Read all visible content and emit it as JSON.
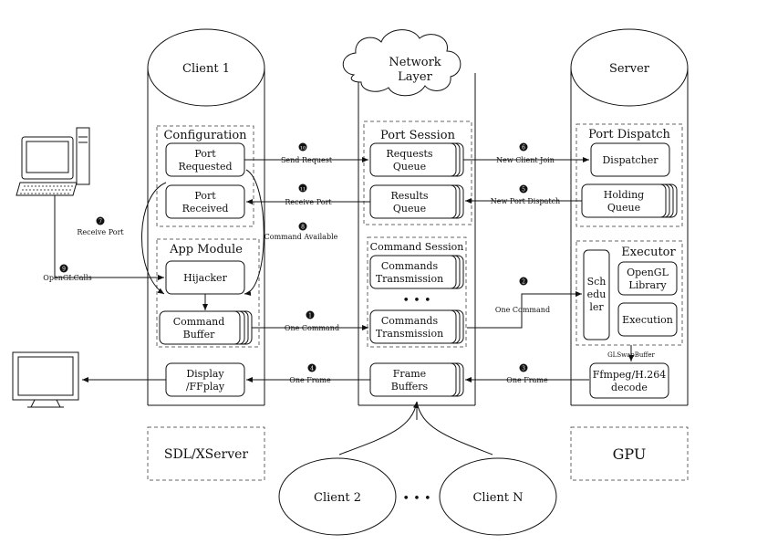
{
  "client1": {
    "title": "Client 1",
    "configuration": "Configuration",
    "port_requested": [
      "Port",
      "Requested"
    ],
    "port_received": [
      "Port",
      "Received"
    ],
    "app_module": "App Module",
    "hijacker": "Hijacker",
    "command_buffer": [
      "Command",
      "Buffer"
    ],
    "display": [
      "Display",
      "/FFplay"
    ]
  },
  "network": {
    "title": [
      "Network",
      "Layer"
    ],
    "port_session": "Port Session",
    "requests_queue": [
      "Requests",
      "Queue"
    ],
    "results_queue": [
      "Results",
      "Queue"
    ],
    "command_session": "Command Session",
    "cmd_transmission": [
      "Commands",
      "Transmission"
    ],
    "dots": "• • •",
    "frame_buffers": [
      "Frame",
      "Buffers"
    ]
  },
  "server": {
    "title": "Server",
    "port_dispatch": "Port Dispatch",
    "dispatcher": "Dispatcher",
    "holding_queue": [
      "Holding",
      "Queue"
    ],
    "executor": "Executor",
    "scheduler": [
      "Sch",
      "edu",
      "ler"
    ],
    "opengl_library": [
      "OpenGL",
      "Library"
    ],
    "execution": "Execution",
    "glswapbuffer": "GLSwapBuffer",
    "ffmpeg": [
      "Ffmpeg/H.264",
      "decode"
    ]
  },
  "labels": {
    "send_request": "Send Request",
    "receive_port_1": "Receive Port",
    "receive_port_2": "Receive Port",
    "command_available": "Command Available",
    "opengl_calls": "OpenGLCalls",
    "one_command_1": "One Command",
    "one_command_2": "One Command",
    "one_frame_1": "One Frame",
    "one_frame_2": "One Frame",
    "new_client_join": "New Client Join",
    "new_port_dispatch": "New Port Dispatch"
  },
  "markers": {
    "m1": "1",
    "m2": "2",
    "m3": "3",
    "m4": "4",
    "m5": "5",
    "m6": "6",
    "m7": "7",
    "m8": "8",
    "m9": "9",
    "m10": "10",
    "m11": "11"
  },
  "bottom": {
    "sdl": "SDL/XServer",
    "gpu": "GPU",
    "client2": "Client 2",
    "dots": "• • •",
    "clientN": "Client N"
  }
}
